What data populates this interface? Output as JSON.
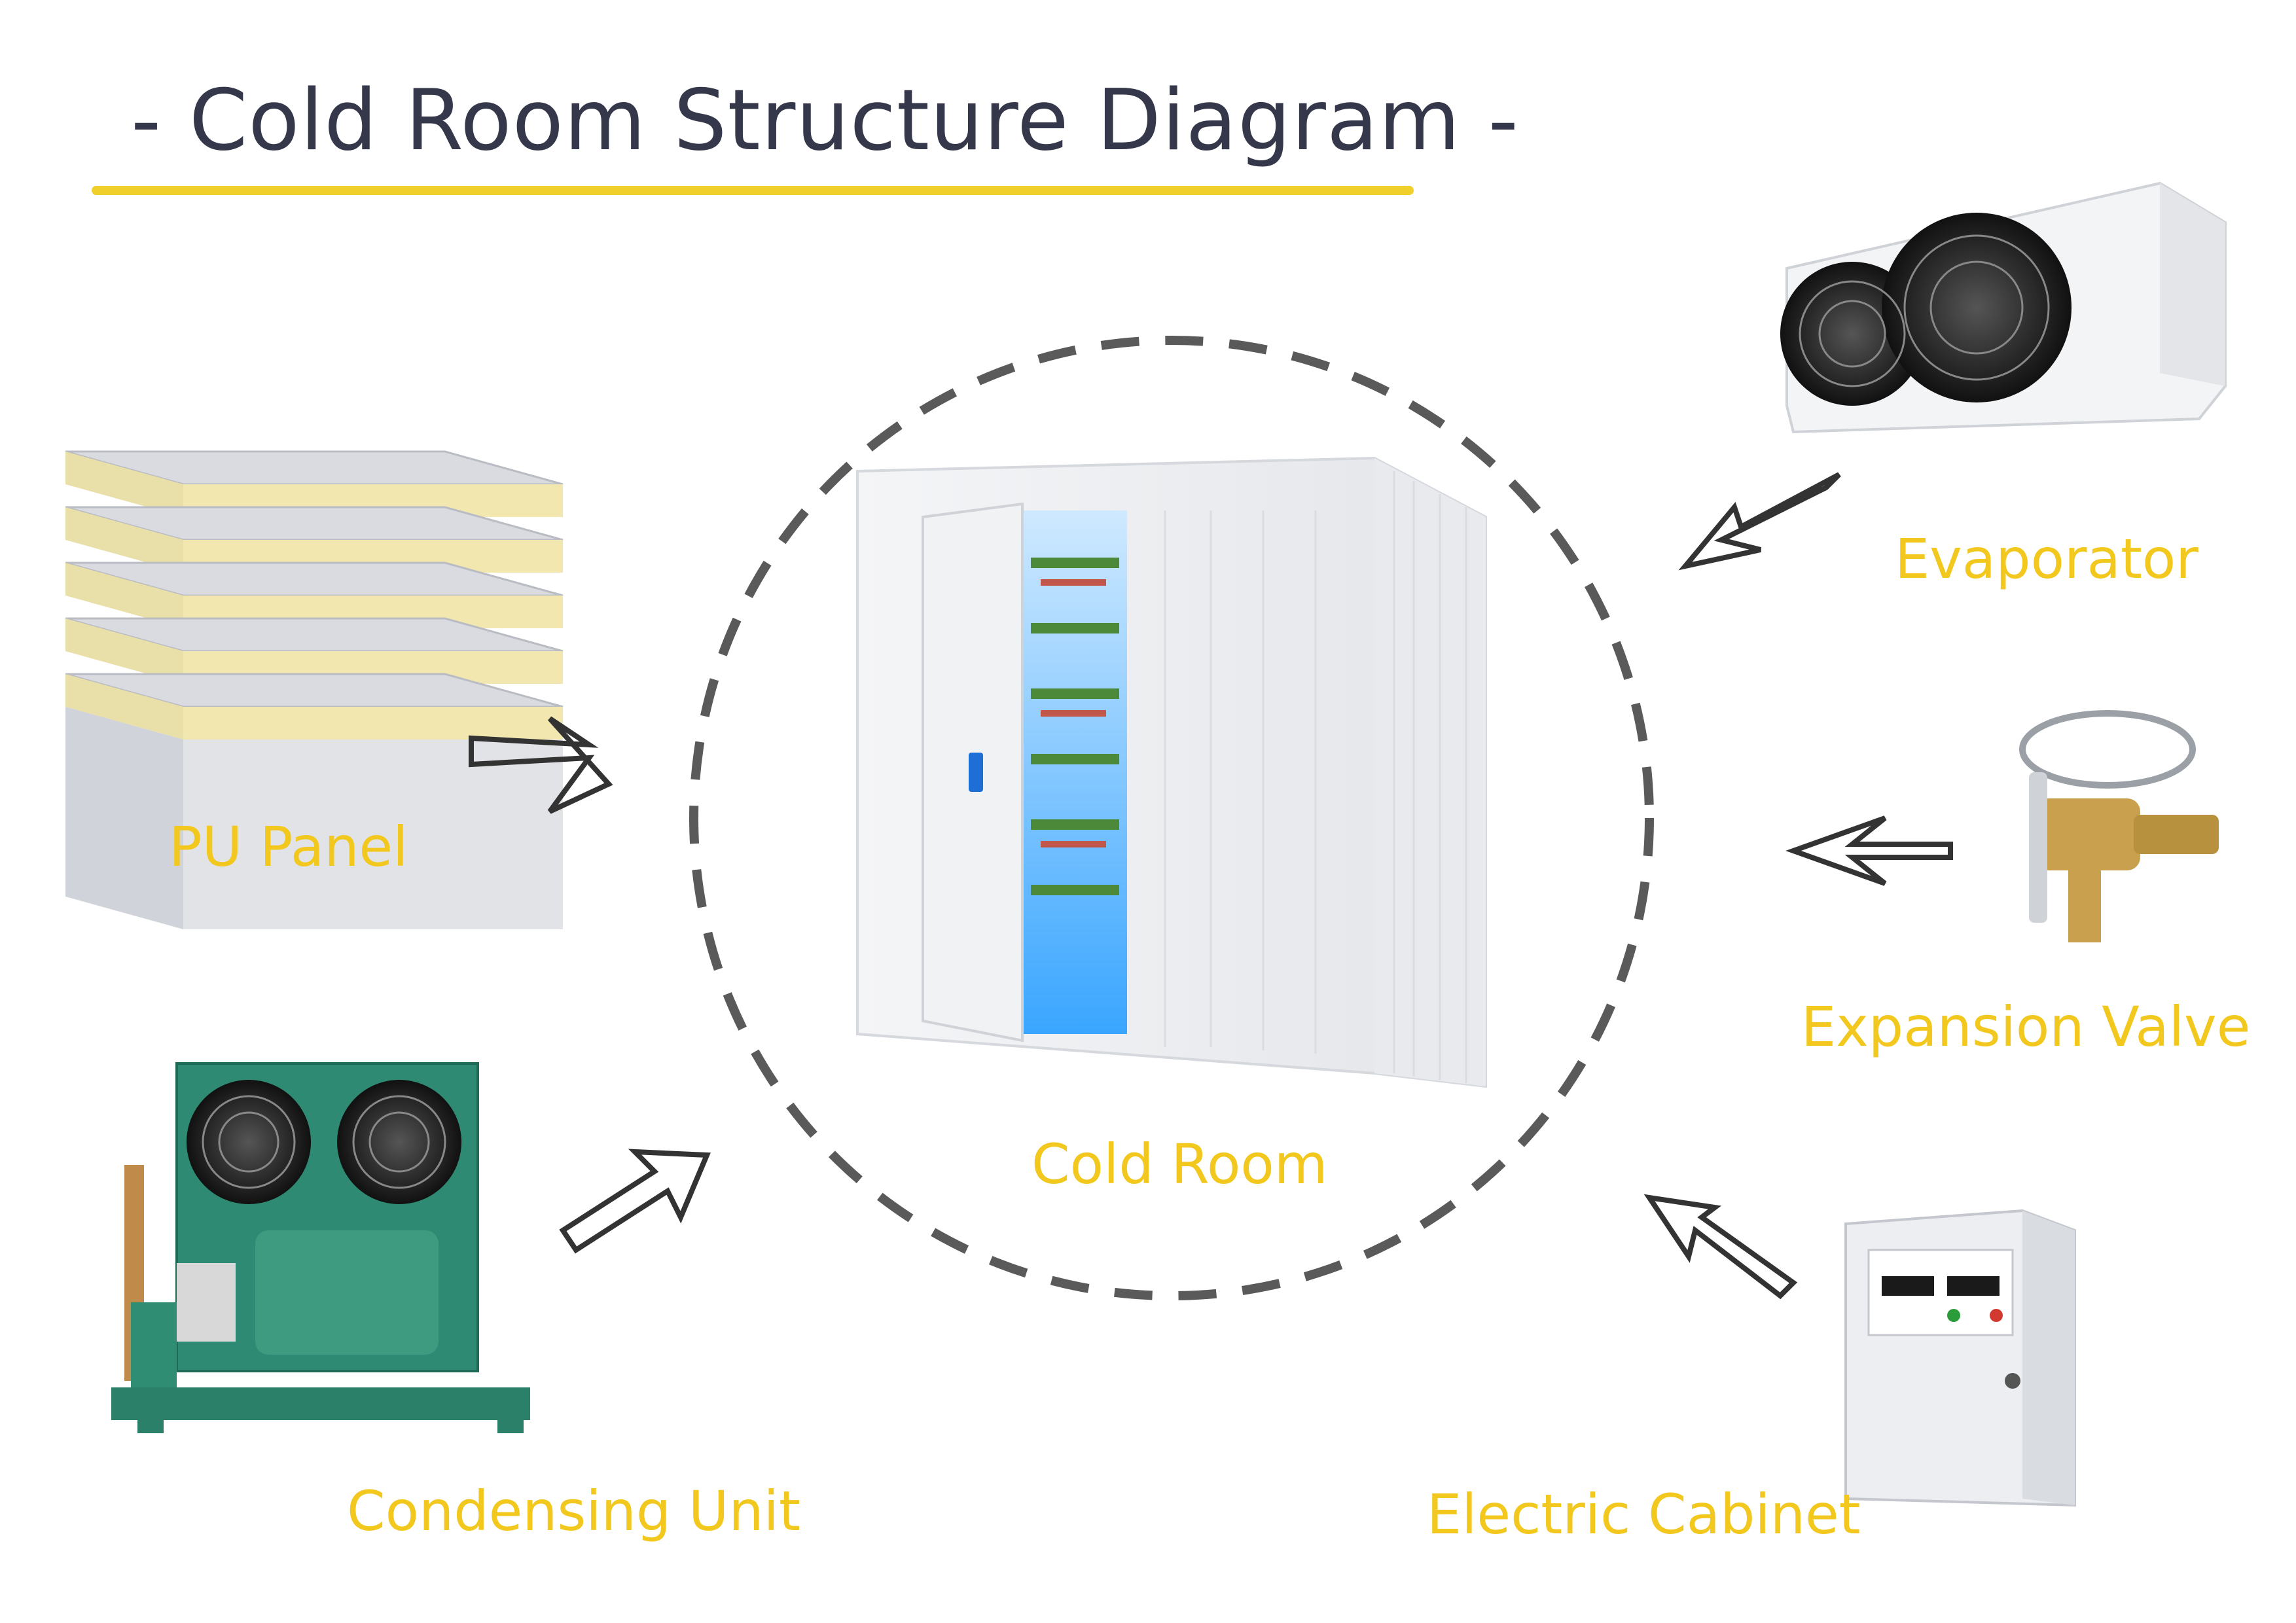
{
  "title": "- Cold Room Structure Diagram -",
  "colors": {
    "accent": "#f0cf2a",
    "label": "#f2c81f",
    "title": "#34384a",
    "dash": "#5a5a5a"
  },
  "center": {
    "label": "Cold Room"
  },
  "components": {
    "pu_panel": {
      "label": "PU Panel"
    },
    "condensing_unit": {
      "label": "Condensing Unit"
    },
    "evaporator": {
      "label": "Evaporator"
    },
    "expansion_valve": {
      "label": "Expansion Valve"
    },
    "electric_cabinet": {
      "label": "Electric Cabinet"
    }
  }
}
